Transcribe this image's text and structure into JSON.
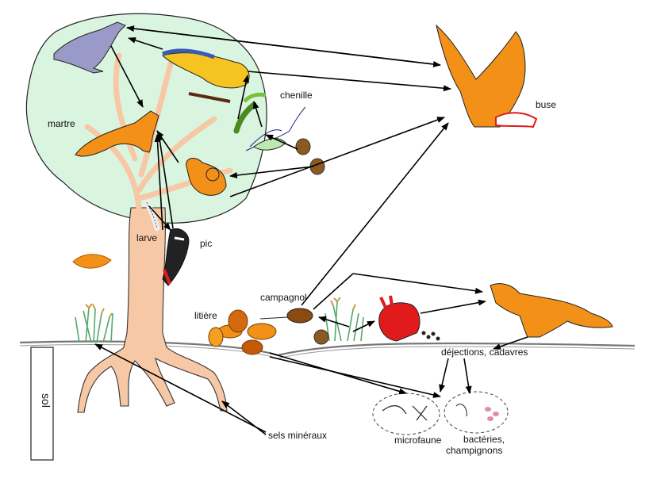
{
  "labels": {
    "chenille": "chenille",
    "buse": "buse",
    "martre": "martre",
    "larve": "larve",
    "pic": "pic",
    "campagnol": "campagnol",
    "litiere": "litière",
    "dejections": "déjections, cadavres",
    "microfaune": "microfaune",
    "bacteries1": "bactéries,",
    "bacteries2": "champignons",
    "sels": "sels minéraux",
    "sol": "sol"
  },
  "colors": {
    "canopy": "#d9f5e0",
    "trunk": "#f7c8a6",
    "orange": "#f29018",
    "red": "#e11b1b",
    "crow": "#9a9ac8",
    "arrow": "#000000"
  }
}
